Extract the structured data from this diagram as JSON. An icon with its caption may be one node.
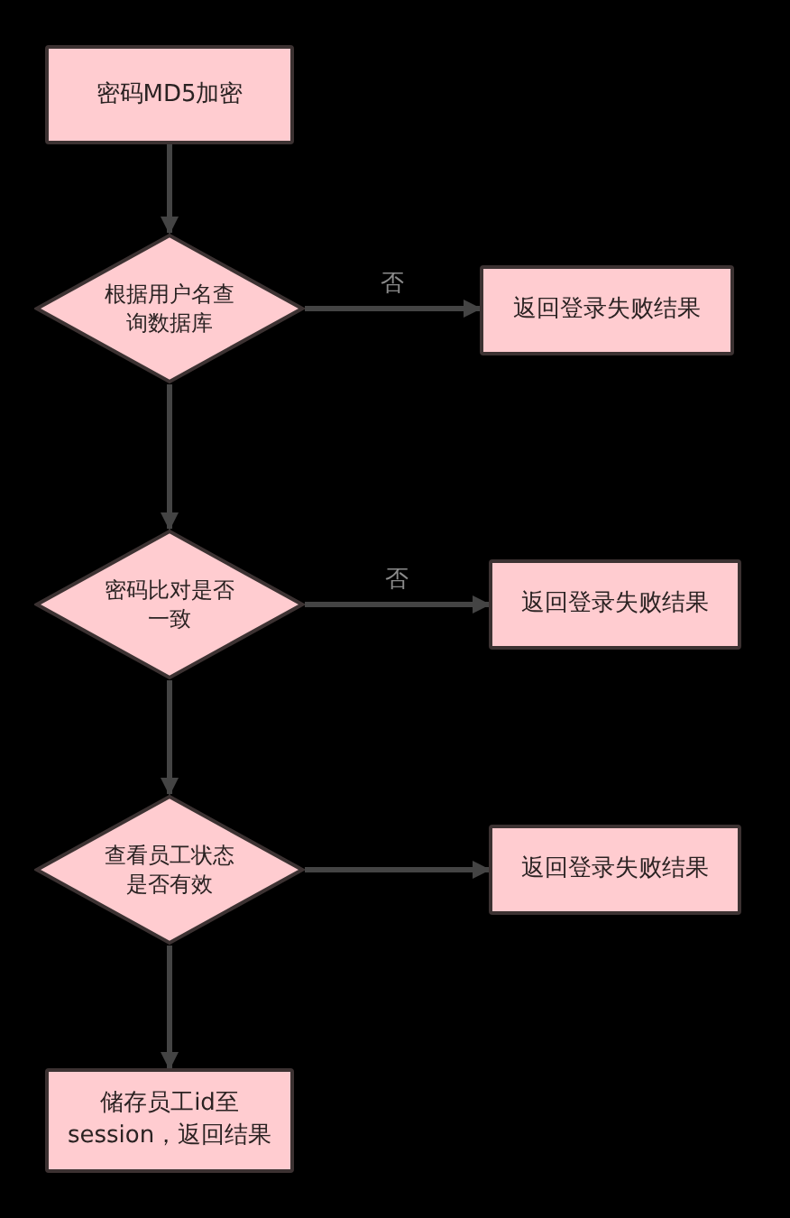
{
  "diagram": {
    "nodes": [
      {
        "text": [
          "密码MD5加密"
        ]
      },
      {
        "text": [
          "根据用户名查询数据库"
        ]
      },
      {
        "text": [
          "返回登录失败结果"
        ]
      },
      {
        "text": [
          "密码比对是否一致"
        ]
      },
      {
        "text": [
          "返回登录失败结果"
        ]
      },
      {
        "text": [
          "查看员工状态是否有效"
        ]
      },
      {
        "text": [
          "返回登录失败结果"
        ]
      },
      {
        "text": [
          "储存员工id至session，返回结果"
        ]
      }
    ],
    "edges": [
      {
        "from": 0,
        "to": 1,
        "arrow": "to"
      },
      {
        "from": 1,
        "to": 2,
        "arrow": "to",
        "label": "否"
      },
      {
        "from": 1,
        "to": 3,
        "arrow": "to"
      },
      {
        "from": 3,
        "to": 4,
        "arrow": "to",
        "label": "否"
      },
      {
        "from": 3,
        "to": 5,
        "arrow": "to"
      },
      {
        "from": 5,
        "to": 6,
        "arrow": "to"
      },
      {
        "from": 5,
        "to": 7,
        "arrow": "to"
      }
    ]
  }
}
